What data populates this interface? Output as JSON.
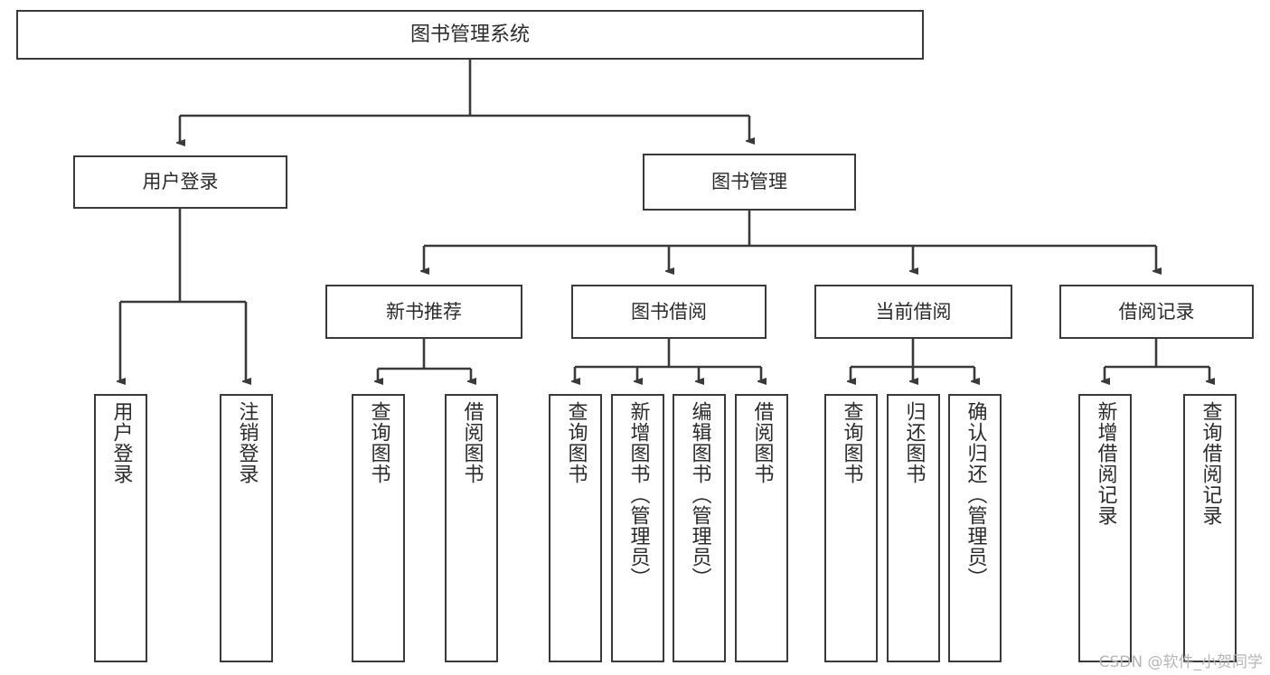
{
  "diagram": {
    "title_node": {
      "label": "图书管理系统"
    },
    "level1": [
      {
        "label": "用户登录"
      },
      {
        "label": "图书管理"
      }
    ],
    "level2": [
      {
        "label": "新书推荐"
      },
      {
        "label": "图书借阅"
      },
      {
        "label": "当前借阅"
      },
      {
        "label": "借阅记录"
      }
    ],
    "leaves": {
      "user_login": [
        {
          "label": "用户登录"
        },
        {
          "label": "注销登录"
        }
      ],
      "new_book_recommend": [
        {
          "label": "查询图书"
        },
        {
          "label": "借阅图书"
        }
      ],
      "book_borrow": [
        {
          "label": "查询图书"
        },
        {
          "label": "新增图书（管理员）"
        },
        {
          "label": "编辑图书（管理员）"
        },
        {
          "label": "借阅图书"
        }
      ],
      "current_borrow": [
        {
          "label": "查询图书"
        },
        {
          "label": "归还图书"
        },
        {
          "label": "确认归还（管理员）"
        }
      ],
      "borrow_record": [
        {
          "label": "新增借阅记录"
        },
        {
          "label": "查询借阅记录"
        }
      ]
    }
  },
  "watermark": {
    "text": "CSDN @软件_小贺同学"
  },
  "colors": {
    "background": "#ffffff",
    "border": "#3a3a3a",
    "text": "#2b2b2b",
    "edge": "#3a3a3a",
    "watermark": "#b6b6b6"
  }
}
